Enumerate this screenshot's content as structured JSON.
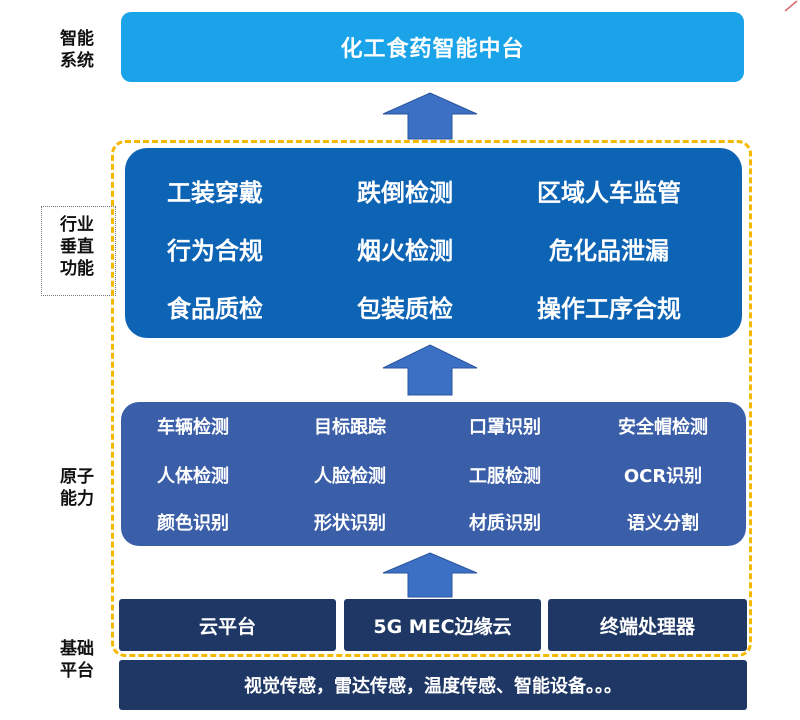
{
  "side_labels": {
    "smart_system": [
      "智能",
      "系统"
    ],
    "industry": [
      "行业",
      "垂直",
      "功能"
    ],
    "atomic": [
      "原子",
      "能力"
    ],
    "base": [
      "基础",
      "平台"
    ]
  },
  "top_box": "化工食药智能中台",
  "industry_functions": [
    [
      "工装穿戴",
      "跌倒检测",
      "区域人车监管"
    ],
    [
      "行为合规",
      "烟火检测",
      "危化品泄漏"
    ],
    [
      "食品质检",
      "包装质检",
      "操作工序合规"
    ]
  ],
  "atomic_capabilities": [
    [
      "车辆检测",
      "目标跟踪",
      "口罩识别",
      "安全帽检测"
    ],
    [
      "人体检测",
      "人脸检测",
      "工服检测",
      "OCR识别"
    ],
    [
      "颜色识别",
      "形状识别",
      "材质识别",
      "语义分割"
    ]
  ],
  "base_platform": [
    "云平台",
    "5G MEC边缘云",
    "终端处理器"
  ],
  "sensors": "视觉传感，雷达传感，温度传感、智能设备。。。",
  "colors": {
    "top_box": "#1aa3e8",
    "industry_box": "#0d63b4",
    "atomic_box": "#3a5ea8",
    "base_box": "#1f3765",
    "dashed_frame": "#f5b800",
    "arrow": "#3b70c4"
  }
}
